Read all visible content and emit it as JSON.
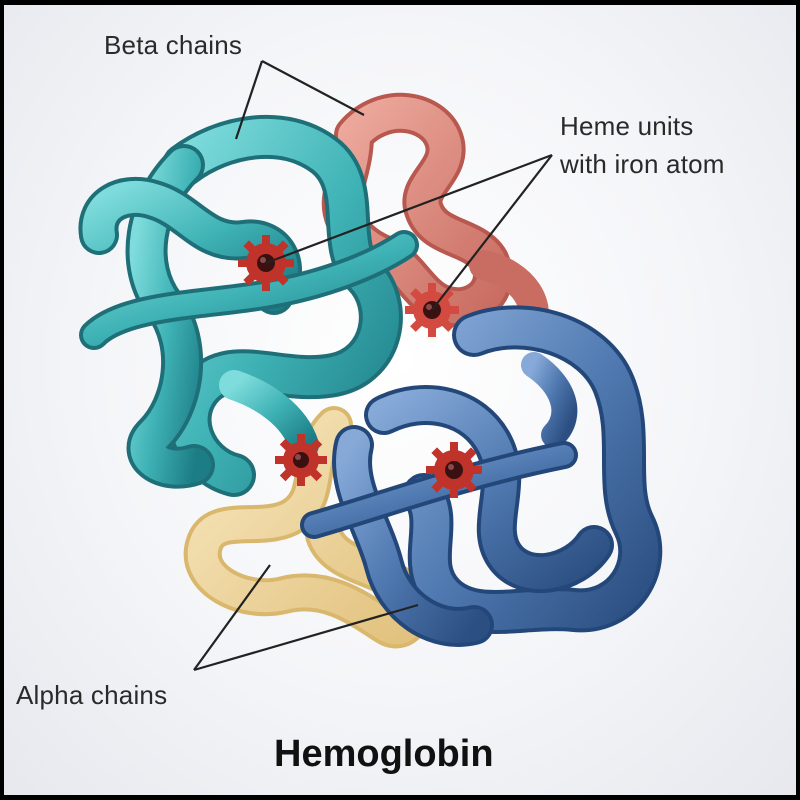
{
  "figure": {
    "title": "Hemoglobin",
    "labels": {
      "beta_chains": "Beta chains",
      "heme_line1": "Heme units",
      "heme_line2": "with iron atom",
      "alpha_chains": "Alpha chains"
    }
  },
  "colors": {
    "beta_chain_teal": "#49b5b8",
    "beta_chain_pink": "#d9877c",
    "alpha_chain_blue": "#4f79b0",
    "alpha_chain_yellow": "#ecd49a",
    "heme_red": "#c0332b",
    "iron_dark": "#3a1010",
    "leader_line": "#222222"
  }
}
